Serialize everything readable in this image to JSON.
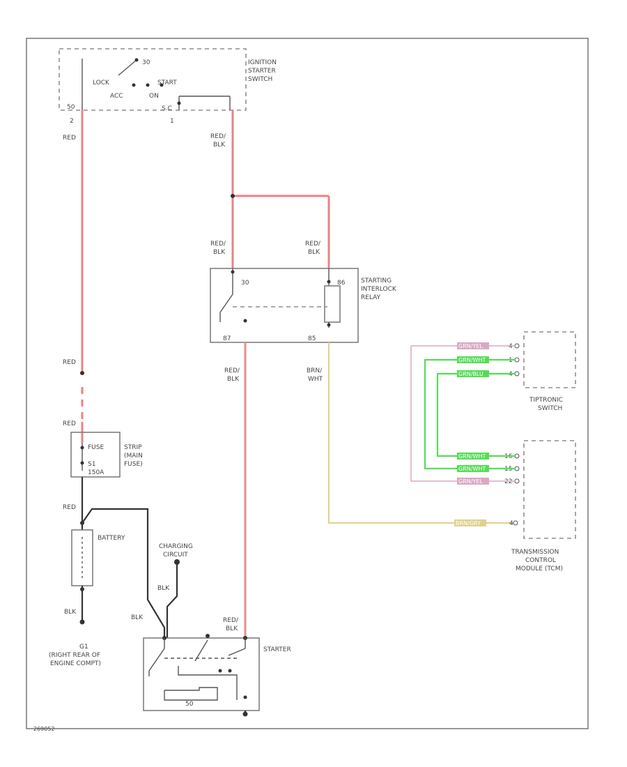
{
  "components": {
    "ignition_switch": {
      "lines": [
        "IGNITION",
        "STARTER",
        "SWITCH"
      ],
      "positions": [
        "LOCK",
        "ACC",
        "ON",
        "START"
      ],
      "pin_left": "30",
      "pin_mid": "50",
      "pin_right": "S.C",
      "pin_num_left": "2",
      "pin_num_right": "1"
    },
    "interlock_relay": {
      "lines": [
        "STARTING",
        "INTERLOCK",
        "RELAY"
      ],
      "pin_30": "30",
      "pin_86": "86",
      "pin_87": "87",
      "pin_85": "85"
    },
    "fuse_strip": {
      "lines": [
        "FUSE",
        "STRIP",
        "(MAIN",
        "FUSE)"
      ],
      "fuse_num": "S1",
      "fuse_rating": "150A"
    },
    "battery": {
      "label": "BATTERY"
    },
    "charging_circuit": {
      "lines": [
        "CHARGING",
        "CIRCUIT"
      ]
    },
    "ground": {
      "id": "G1",
      "lines": [
        "(RIGHT REAR OF",
        "ENGINE COMPT)"
      ]
    },
    "starter": {
      "label": "STARTER",
      "pin": "50"
    },
    "tiptronic_switch": {
      "lines": [
        "TIPTRONIC",
        "SWITCH"
      ]
    },
    "tcm": {
      "lines": [
        "TRANSMISSION",
        "CONTROL",
        "MODULE (TCM)"
      ]
    }
  },
  "wires": {
    "red": "RED",
    "red_blk": [
      "RED/",
      "BLK"
    ],
    "brn_wht": [
      "BRN/",
      "WHT"
    ],
    "blk": "BLK",
    "tcm_main": "BRN/GRY",
    "tip_1": "GRN/YEL",
    "tip_2": "GRN/WHT",
    "tip_3": "GRN/BLU",
    "tcm_1": "GRN/WHT",
    "tcm_2": "GRN/WHT",
    "tcm_3": "GRN/YEL",
    "tip_pin_1": "4",
    "tip_pin_2": "1",
    "tip_pin_3": "4",
    "tcm_pin_1": "16",
    "tcm_pin_2": "15",
    "tcm_pin_3": "22",
    "tcm_pin_main": "4"
  },
  "footer": {
    "code": "269052"
  },
  "colors": {
    "red_wire": "#f08080",
    "green_wire": "#55dd55",
    "pink_wire": "#d9a8c4",
    "yellow_wire": "#e0d090",
    "black_wire": "#333333"
  }
}
